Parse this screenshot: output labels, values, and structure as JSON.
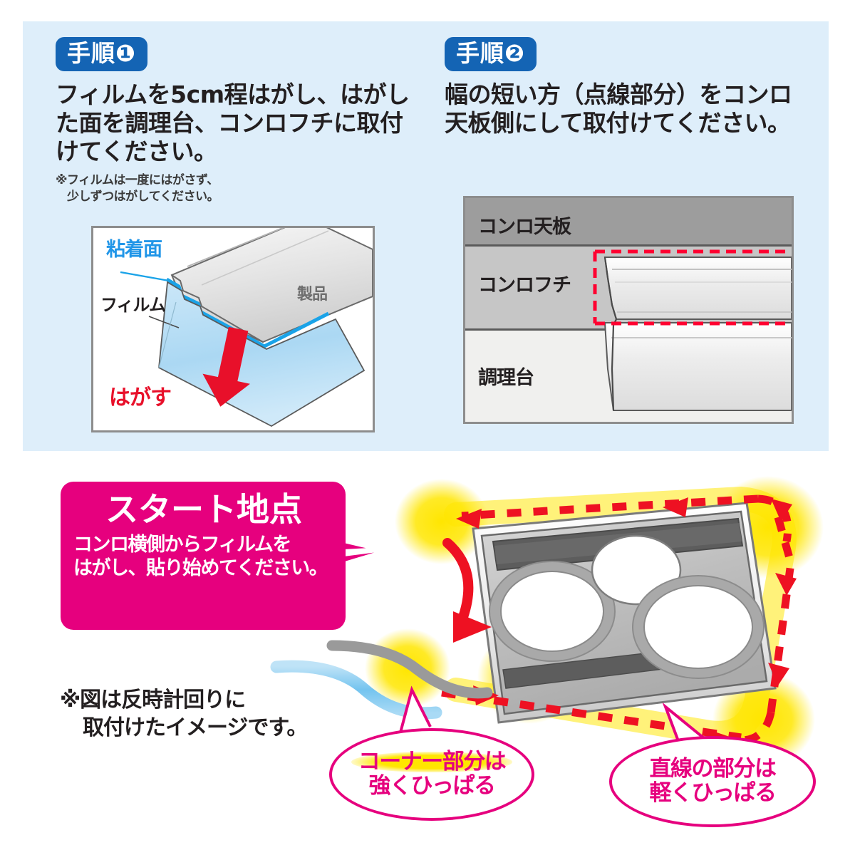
{
  "page": {
    "background": "#ffffff",
    "panel_bg": "#deeefa",
    "accent_blue": "#1464b4",
    "accent_pink": "#e6007e",
    "accent_red": "#e8102a",
    "accent_yellow": "#ffe600",
    "film_blue": "#9fd4f0"
  },
  "step1": {
    "badge": "手順❶",
    "body": "フィルムを5cm程はがし、はがした面を調理台、コンロフチに取付けてください。",
    "note_line1": "※フィルムは一度にはがさず、",
    "note_line2": "少しずつはがしてください。",
    "illustration": {
      "label_adhesive": "粘着面",
      "label_film": "フィルム",
      "label_product": "製品",
      "label_peel": "はがす"
    }
  },
  "step2": {
    "badge": "手順❷",
    "body": "幅の短い方（点線部分）をコンロ天板側にして取付けてください。",
    "illustration": {
      "band_top": "コンロ天板",
      "band_middle": "コンロフチ",
      "band_bottom": "調理台"
    }
  },
  "start_callout": {
    "title": "スタート地点",
    "sub_line1": "コンロ横側からフィルムを",
    "sub_line2": "はがし、貼り始めてください。"
  },
  "bottom_note": {
    "line1": "※図は反時計回りに",
    "line2": "取付けたイメージです。"
  },
  "bubbles": {
    "corner": {
      "line1": "コーナー部分は",
      "line2": "強くひっぱる"
    },
    "straight": {
      "line1": "直線の部分は",
      "line2": "軽くひっぱる"
    }
  }
}
